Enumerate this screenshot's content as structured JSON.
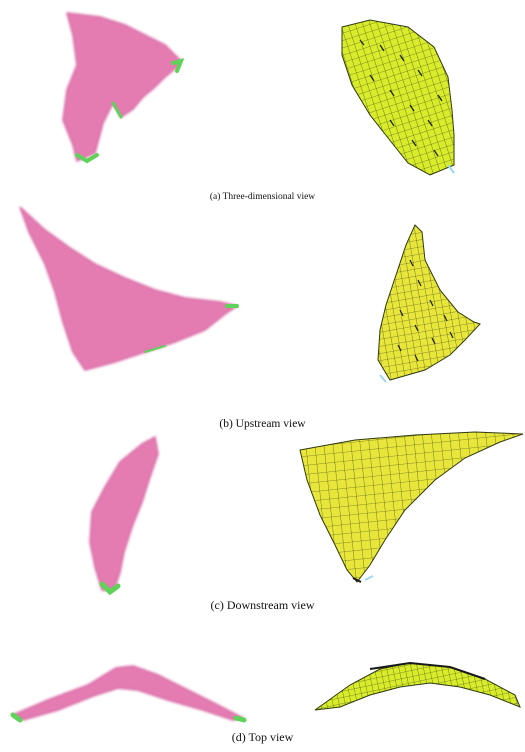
{
  "figure": {
    "panels": [
      {
        "id": "a",
        "caption": "(a)  Three-dimensional view"
      },
      {
        "id": "b",
        "caption": "(b)  Upstream view"
      },
      {
        "id": "c",
        "caption": "(c) Downstream view"
      },
      {
        "id": "d",
        "caption": "(d) Top view"
      }
    ]
  },
  "colors": {
    "pink_shell": "#e47bb2",
    "pink_edge": "#d565a0",
    "green_edge": "#5fd25a",
    "lime_mesh": "#d8ec2b",
    "yellow_mesh": "#e8e63a",
    "mesh_line": "#2f3a12",
    "dark_arrow": "#1a1a1a"
  }
}
